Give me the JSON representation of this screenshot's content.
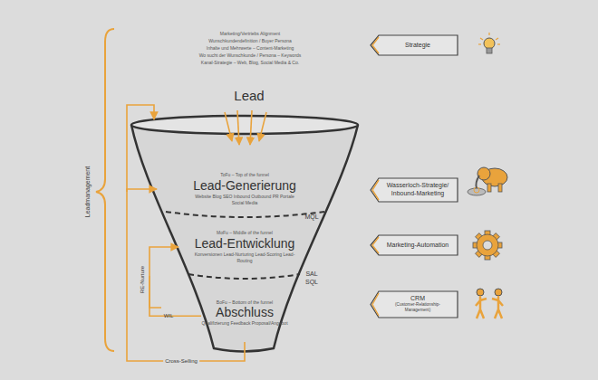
{
  "diagram": {
    "nodes": [
      {
        "text": [
          "ToFu – Top of the funnel",
          "Lead-Generierung",
          "Website Blog SEO Inbound Outbound PR Portale Social Media"
        ]
      },
      {
        "text": [
          "MoFu – Middle of the funnel",
          "Lead-Entwicklung",
          "Konversionen Lead-Nurturing Lead-Scoring Lead-Routing"
        ]
      },
      {
        "text": [
          "BoFu – Bottom of the funnel",
          "Abschluss",
          "Qualifizierung Feedback Proposal/Angebot"
        ]
      },
      {
        "text": [
          "Strategie"
        ]
      },
      {
        "text": [
          "Wasserloch-Strategie/ Inbound-Marketing"
        ]
      },
      {
        "text": [
          "Marketing-Automation"
        ]
      },
      {
        "text": [
          "CRM",
          "(Customer-Relationship-Management)"
        ]
      }
    ],
    "edges": [
      {
        "from": 2,
        "to": 1,
        "label": "RE-Nurture",
        "arrow": "to"
      },
      {
        "from": 2,
        "to": 0,
        "label": "Cross-Selling",
        "arrow": "to"
      }
    ],
    "labels": [
      "Marketing/Vertriebs Alignment",
      "Wunschkundendefinition / Buyer Persona",
      "Inhalte und Mehrwerte – Content-Marketing",
      "Wo sucht der Wunschkunde / Persona – Keywords",
      "Kanal-Strategie – Web, Blog, Social Media & Co.",
      "Lead",
      "MQL",
      "SAL",
      "SQL",
      "Leadmanagement",
      "WIL"
    ]
  }
}
